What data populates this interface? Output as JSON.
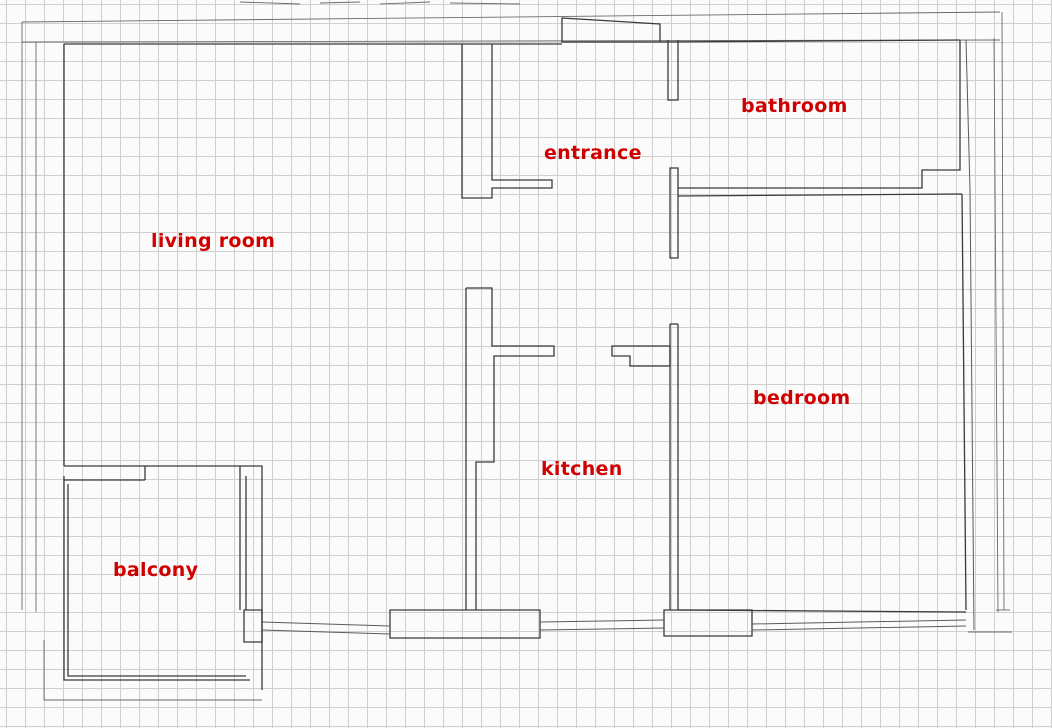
{
  "header_scribble": "",
  "rooms": {
    "living_room": "living room",
    "entrance": "entrance",
    "bathroom": "bathroom",
    "bedroom": "bedroom",
    "kitchen": "kitchen",
    "balcony": "balcony"
  },
  "colors": {
    "label": "#d10000",
    "wall": "#3a3a3a",
    "grid": "#cfcfcf",
    "paper": "#fbfbfb"
  }
}
